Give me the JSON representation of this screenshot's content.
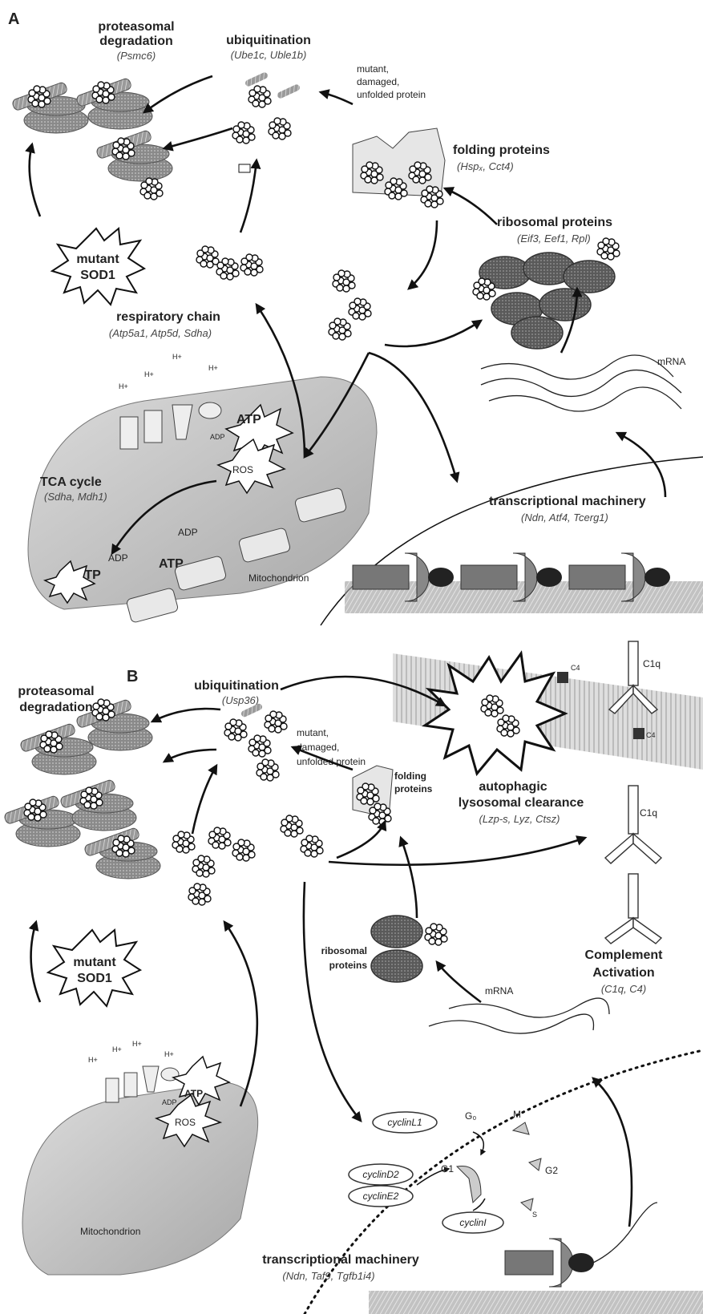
{
  "panel_a": {
    "letter": "A",
    "proteasomal": {
      "line1": "proteasomal",
      "line2": "degradation",
      "genes": "(Psmc6)"
    },
    "ubiquitination": {
      "title": "ubiquitination",
      "genes": "(Ube1c, Uble1b)"
    },
    "mutant_protein": {
      "line1": "mutant,",
      "line2": "damaged,",
      "line3": "unfolded protein"
    },
    "folding": {
      "title": "folding proteins",
      "genes": "(Hspₓ, Cct4)"
    },
    "ribosomal": {
      "title": "ribosomal proteins",
      "genes": "(Eif3, Eef1, Rpl)"
    },
    "sod1": {
      "line1": "mutant",
      "line2": "SOD1"
    },
    "respiratory": {
      "title": "respiratory chain",
      "genes": "(Atp5a1, Atp5d, Sdha)"
    },
    "tca": {
      "title": "TCA cycle",
      "genes": "(Sdha, Mdh1)"
    },
    "mrna": "mRNA",
    "transcription": {
      "title": "transcriptional machinery",
      "genes": "(Ndn, Atf4, Tcerg1)"
    },
    "mitochondrion": "Mitochondrion",
    "atp": "ATP",
    "adp": "ADP",
    "ros": "ROS",
    "hplus": "H+"
  },
  "panel_b": {
    "letter": "B",
    "proteasomal": {
      "line1": "proteasomal",
      "line2": "degradation"
    },
    "ubiquitination": {
      "title": "ubiquitination",
      "genes": "(Usp36)"
    },
    "mutant_protein": {
      "line1": "mutant,",
      "line2": "damaged,",
      "line3": "unfolded protein"
    },
    "folding": {
      "line1": "folding",
      "line2": "proteins"
    },
    "autophagy": {
      "line1": "autophagic",
      "line2": "lysosomal clearance",
      "genes": "(Lzp-s, Lyz, Ctsz)"
    },
    "complement": {
      "line1": "Complement",
      "line2": "Activation",
      "genes": "(C1q, C4)"
    },
    "c4": "C4",
    "c1q": "C1q",
    "sod1": {
      "line1": "mutant",
      "line2": "SOD1"
    },
    "ribosomal": {
      "line1": "ribosomal",
      "line2": "proteins"
    },
    "mrna": "mRNA",
    "mitochondrion": "Mitochondrion",
    "atp": "ATP",
    "adp": "ADP",
    "ros": "ROS",
    "hplus": "H+",
    "cell_cycle": {
      "cyclinL1": "cyclinL1",
      "cyclinD2": "cyclinD2",
      "cyclinE2": "cyclinE2",
      "cyclinI": "cyclinI",
      "g0": "G₀",
      "g1": "G1",
      "g2": "G2",
      "m": "M",
      "s": "S"
    },
    "transcription": {
      "title": "transcriptional machinery",
      "genes": "(Ndn, Taf9, Tgfb1i4)"
    }
  }
}
